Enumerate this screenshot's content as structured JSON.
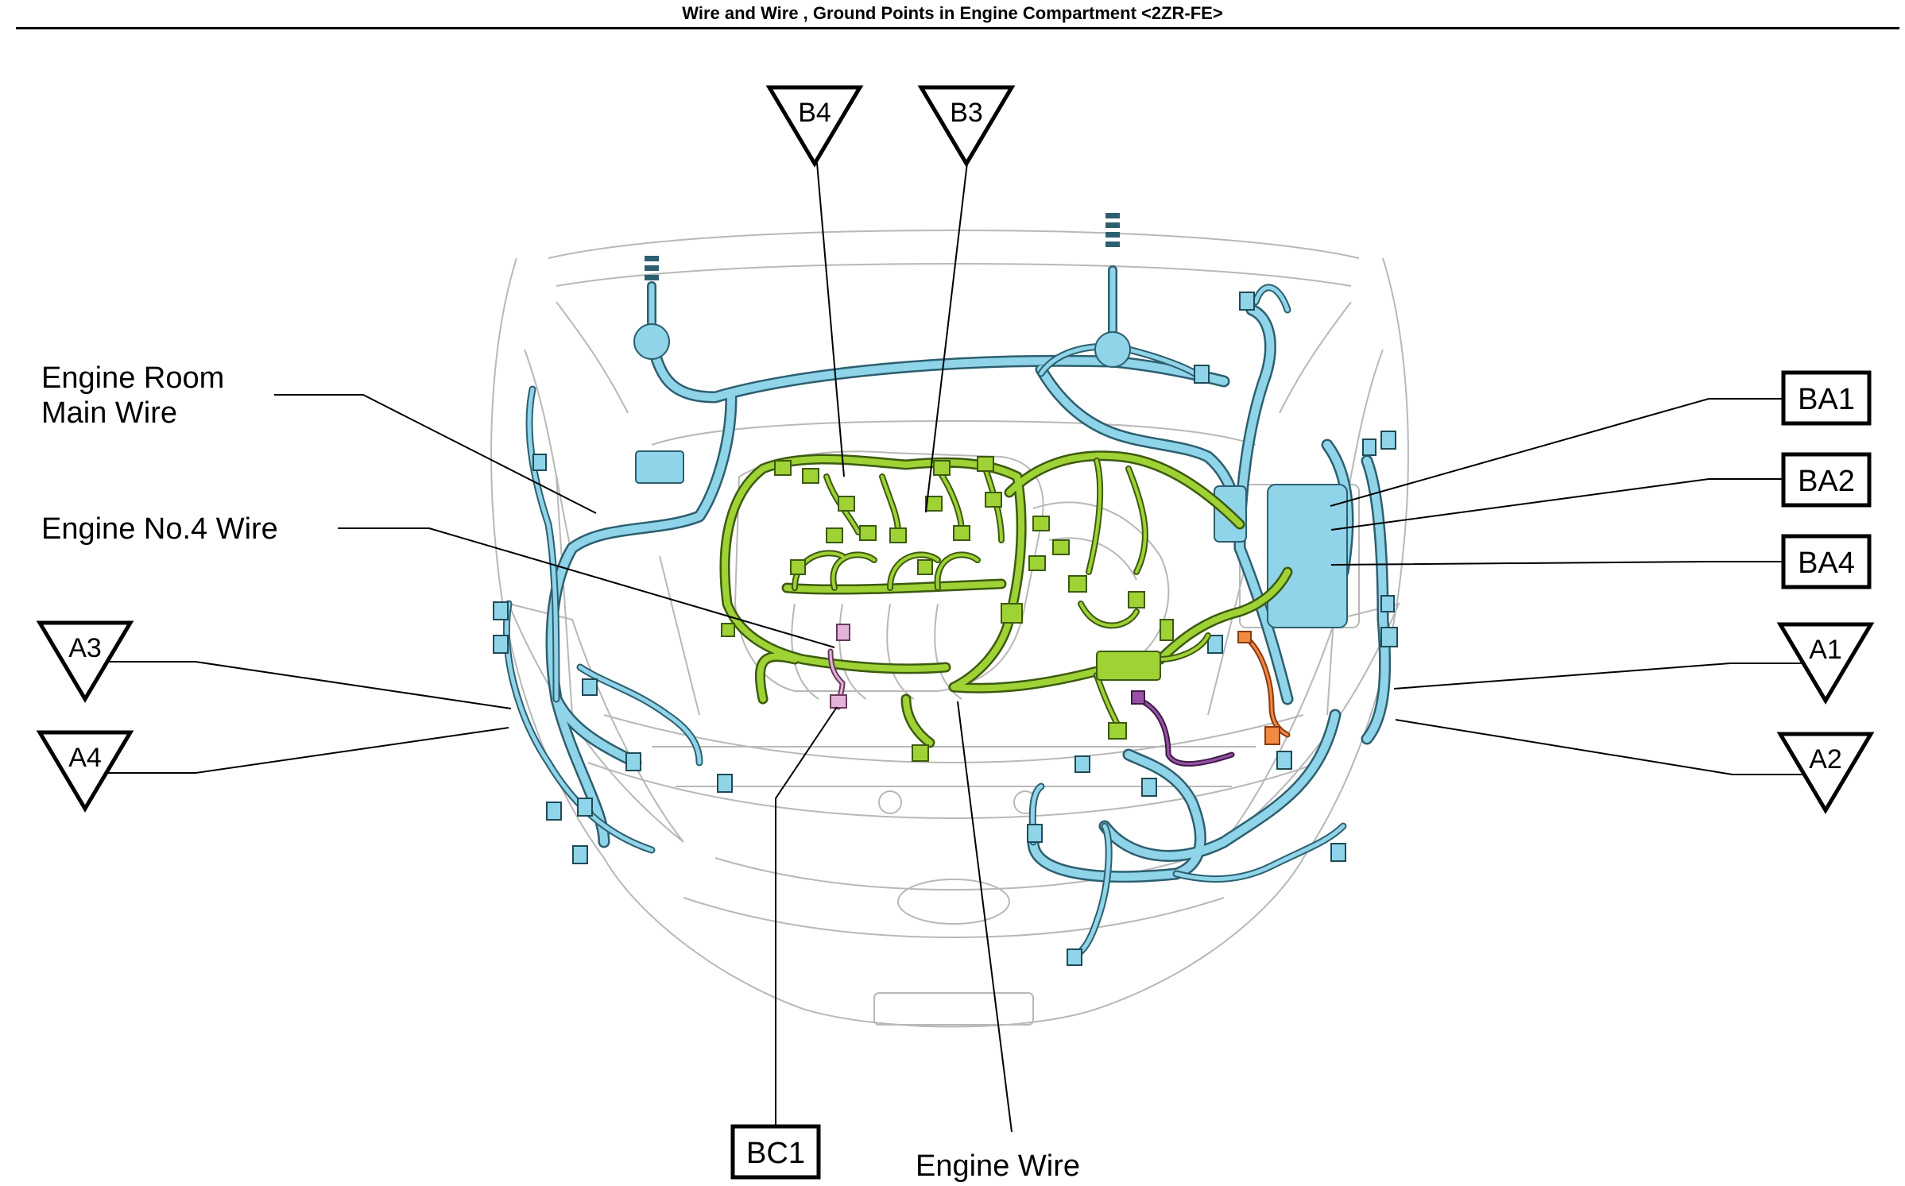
{
  "title": "Wire and Wire , Ground Points in Engine Compartment <2ZR-FE>",
  "colors": {
    "main_wire": "#8fd4e8",
    "engine_wire": "#9ed235",
    "engine_no4_wire": "#e4b4d8",
    "orange_wire": "#f28a42",
    "purple_wire": "#9a4fa8",
    "outline": "#b8b8b8",
    "leader": "#000000"
  },
  "wire_labels": {
    "engine_room_main_wire_line1": "Engine Room",
    "engine_room_main_wire_line2": "Main Wire",
    "engine_no4_wire": "Engine No.4 Wire",
    "engine_wire": "Engine Wire"
  },
  "junction_markers": {
    "b4": "B4",
    "b3": "B3",
    "a3": "A3",
    "a4": "A4",
    "a1": "A1",
    "a2": "A2"
  },
  "ground_points": {
    "ba1": "BA1",
    "ba2": "BA2",
    "ba4": "BA4",
    "bc1": "BC1"
  }
}
